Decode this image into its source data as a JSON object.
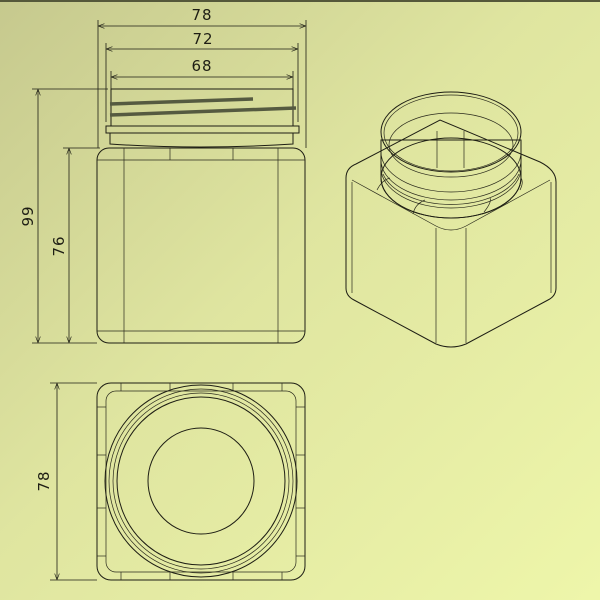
{
  "drawing": {
    "front_view": {
      "overall_width": "78",
      "neck_outer_diameter": "72",
      "neck_inner_diameter": "68",
      "total_height": "99",
      "body_height": "76"
    },
    "top_view": {
      "width": "78"
    }
  },
  "colors": {
    "line": "#1e1e14",
    "background_start": "#c6c98e",
    "background_end": "#eef6aa"
  }
}
